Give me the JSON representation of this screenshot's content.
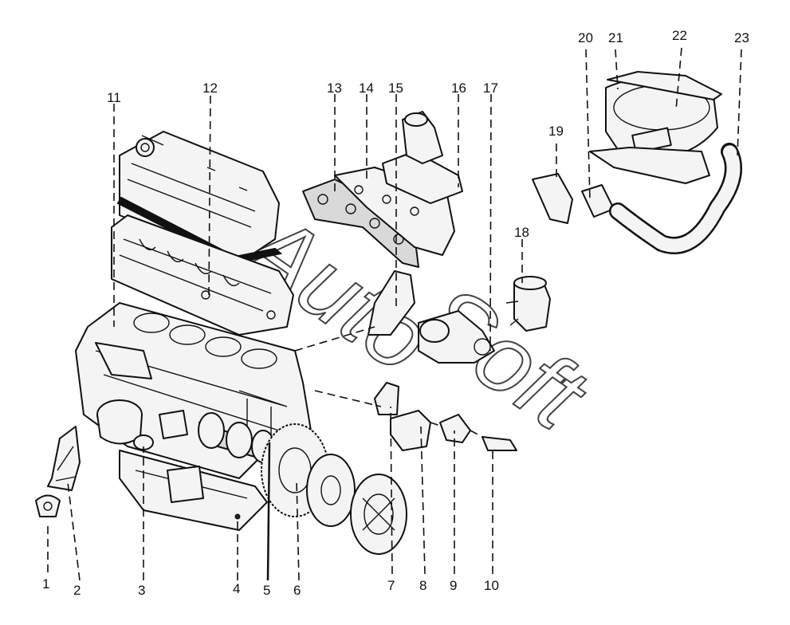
{
  "diagram": {
    "callouts": [
      "1",
      "2",
      "3",
      "4",
      "5",
      "6",
      "7",
      "8",
      "9",
      "10",
      "11",
      "12",
      "13",
      "14",
      "15",
      "16",
      "17",
      "18",
      "19",
      "20",
      "21",
      "22",
      "23"
    ],
    "watermark": {
      "line1": "Auto",
      "line2": "Soft"
    }
  }
}
